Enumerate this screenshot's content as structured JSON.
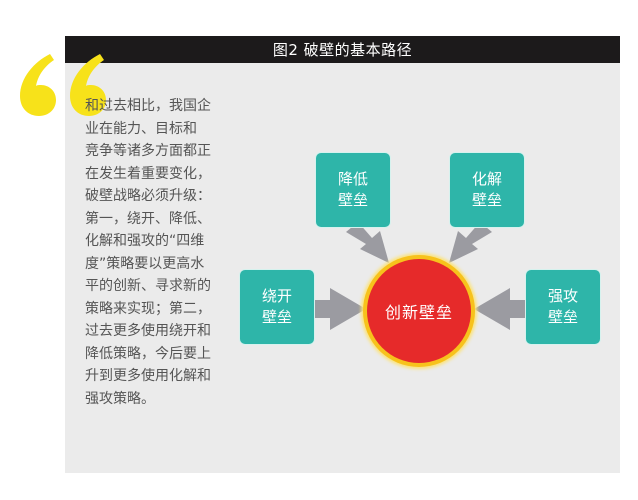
{
  "figure": {
    "title": "图2  破壁的基本路径"
  },
  "quote": {
    "icon": "open-quote-icon",
    "color": "#f7e21a"
  },
  "body_text": {
    "lines": [
      "和过去相比，我国企",
      "业在能力、目标和",
      "竞争等诸多方面都正",
      "在发生着重要变化，",
      "破壁战略必须升级：",
      "第一，绕开、降低、",
      "化解和强攻的“四维",
      "度”策略要以更高水",
      "平的创新、寻求新的",
      "策略来实现；第二，",
      "过去更多使用绕开和",
      "降低策略，今后要上",
      "升到更多使用化解和",
      "强攻策略。"
    ]
  },
  "diagram": {
    "center": {
      "label": "创新壁垒",
      "fill": "#e62a2a",
      "ring": "#f7c21c"
    },
    "nodes": [
      {
        "id": "lower",
        "line1": "降低",
        "line2": "壁垒",
        "position": "top-left"
      },
      {
        "id": "resolve",
        "line1": "化解",
        "line2": "壁垒",
        "position": "top-right"
      },
      {
        "id": "bypass",
        "line1": "绕开",
        "line2": "壁垒",
        "position": "left"
      },
      {
        "id": "attack",
        "line1": "强攻",
        "line2": "壁垒",
        "position": "right"
      }
    ],
    "node_color": "#2eb5a9",
    "arrow_color": "#9b9ba1"
  }
}
